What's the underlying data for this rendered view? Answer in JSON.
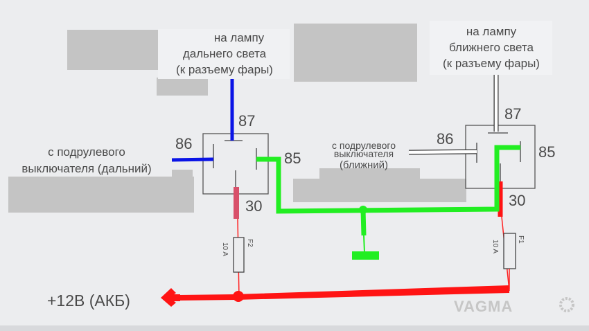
{
  "relay_high": {
    "label_87_lines": [
      "на лампу",
      "дальнего света",
      "(к разъему фары)"
    ],
    "label_86_lines": [
      "с подрулевого",
      "выключателя (дальний)"
    ],
    "pins": {
      "p87": "87",
      "p86": "86",
      "p85": "85",
      "p30": "30"
    },
    "fuse": {
      "name": "F2",
      "rating": "10 A"
    }
  },
  "relay_low": {
    "label_87_lines": [
      "на лампу",
      "ближнего света",
      "(к разъему фары)"
    ],
    "label_86_lines": [
      "с подрулевого",
      "выключателя",
      "(ближний)"
    ],
    "pins": {
      "p87": "87",
      "p86": "86",
      "p85": "85",
      "p30": "30"
    },
    "fuse": {
      "name": "F1",
      "rating": "10 A"
    }
  },
  "power_label": "+12В (АКБ)",
  "watermark": "VAGMA",
  "colors": {
    "high_beam": "#0a14e6",
    "ground": "#22ee22",
    "power": "#ff1414",
    "low_beam": "#ffffff"
  }
}
